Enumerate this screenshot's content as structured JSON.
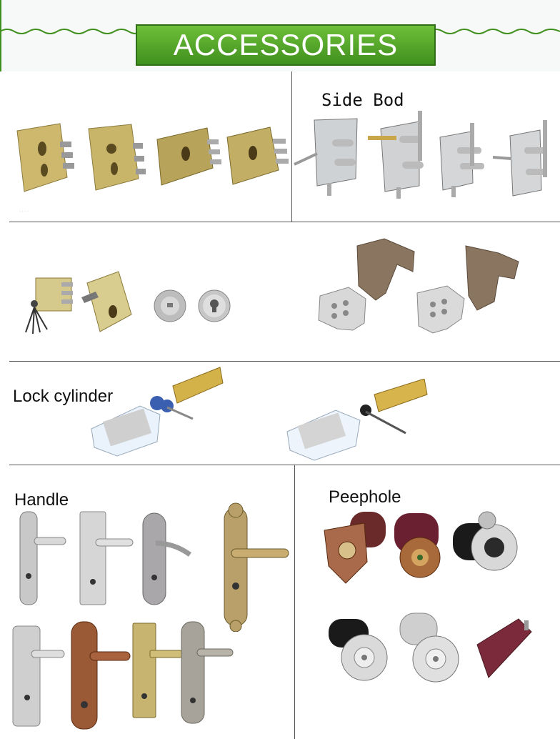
{
  "banner": {
    "title": "ACCESSORIES"
  },
  "sections": {
    "side_bolt": {
      "label": "Side Bod"
    },
    "lock_cylinder": {
      "label": "Lock cylinder"
    },
    "handle": {
      "label": "Handle"
    },
    "peephole": {
      "label": "Peephole"
    }
  },
  "colors": {
    "banner_green": "#4fa52a",
    "brass": "#c9b56a",
    "steel": "#c8c8c8",
    "bronze": "#9a5a36",
    "divider": "#555555"
  }
}
